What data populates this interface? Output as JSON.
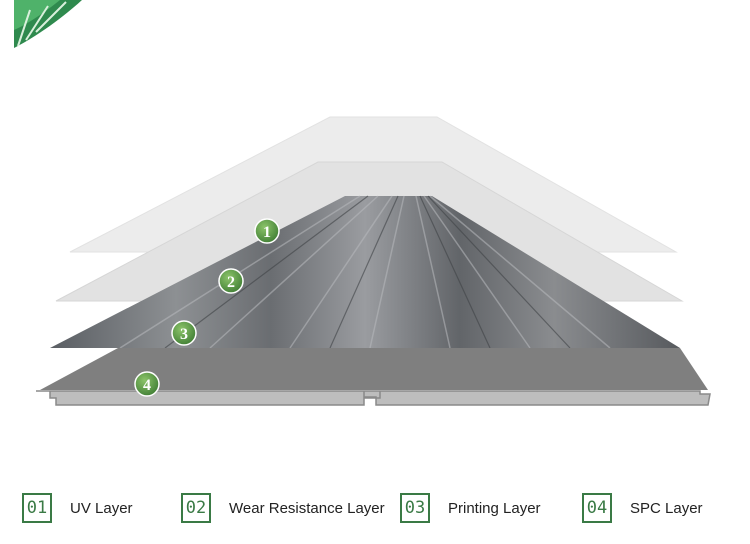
{
  "markers": [
    "1",
    "2",
    "3",
    "4"
  ],
  "legend": [
    {
      "number": "01",
      "label": "UV Layer"
    },
    {
      "number": "02",
      "label": "Wear Resistance Layer"
    },
    {
      "number": "03",
      "label": "Printing Layer"
    },
    {
      "number": "04",
      "label": "SPC Layer"
    }
  ],
  "colors": {
    "accent": "#3a7a45",
    "marker_fill": "#5d9c4a",
    "spc_layer": "#7f7f7f",
    "print_layer": "#6b6e72"
  },
  "icons": [
    "leaf-decoration-icon"
  ]
}
